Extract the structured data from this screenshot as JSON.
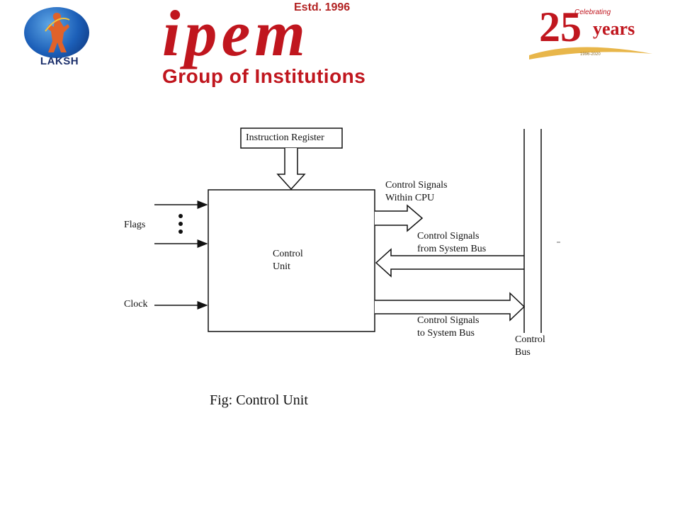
{
  "header": {
    "left_logo": {
      "text": "LAKSH"
    },
    "center_logo": {
      "estd": "Estd. 1996",
      "name": "ipem",
      "subtitle": "Group of Institutions"
    },
    "right_logo": {
      "celebrating": "Celebrating",
      "number": "25",
      "years": "years",
      "range": "1996-2020"
    }
  },
  "diagram": {
    "instruction_register": "Instruction Register",
    "control_unit_line1": "Control",
    "control_unit_line2": "Unit",
    "flags": "Flags",
    "clock": "Clock",
    "signals_within_cpu_line1": "Control Signals",
    "signals_within_cpu_line2": "Within CPU",
    "signals_from_bus_line1": "Control Signals",
    "signals_from_bus_line2": "from System Bus",
    "signals_to_bus_line1": "Control Signals",
    "signals_to_bus_line2": "to System Bus",
    "control_bus_line1": "Control",
    "control_bus_line2": "Bus"
  },
  "caption": "Fig: Control Unit"
}
